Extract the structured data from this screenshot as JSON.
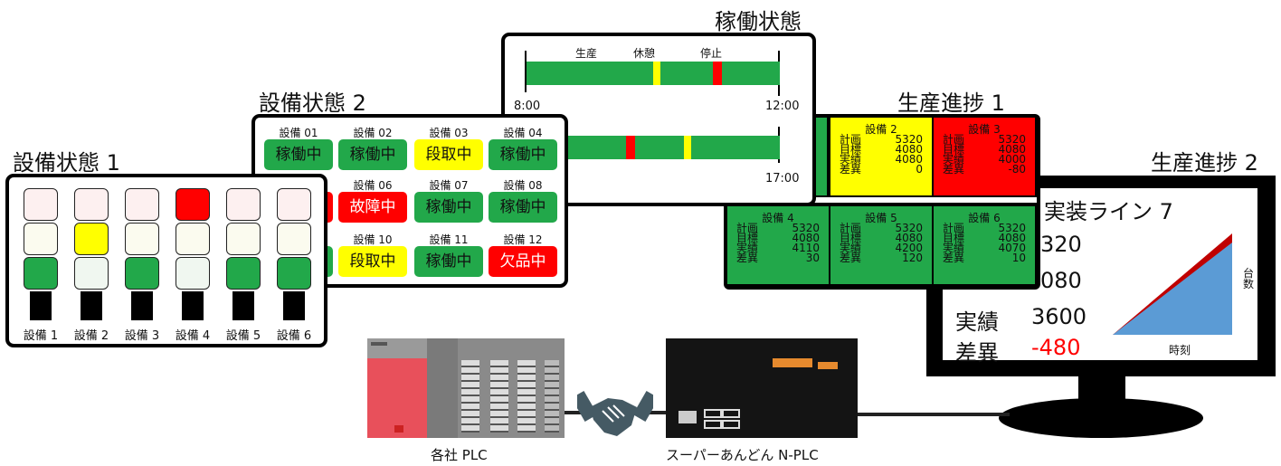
{
  "titles": {
    "status1": "設備状態 1",
    "status2": "設備状態 2",
    "operation": "稼働状態",
    "progress1": "生産進捗 1",
    "progress2": "生産進捗 2"
  },
  "colors": {
    "green": "#22a84a",
    "yellow": "#ffff00",
    "red": "#ff0000",
    "lamp_off_red": "#fdf0f0",
    "lamp_off_yellow": "#fbfbef",
    "lamp_off_green": "#f0f7f0"
  },
  "status1": {
    "devices": [
      {
        "label": "設備 1",
        "lamp": "green"
      },
      {
        "label": "設備 2",
        "lamp": "yellow"
      },
      {
        "label": "設備 3",
        "lamp": "green"
      },
      {
        "label": "設備 4",
        "lamp": "red"
      },
      {
        "label": "設備 5",
        "lamp": "green"
      },
      {
        "label": "設備 6",
        "lamp": "green"
      }
    ]
  },
  "status2": {
    "cells": [
      {
        "name": "設備 01",
        "state": "稼働中",
        "color": "green"
      },
      {
        "name": "設備 02",
        "state": "稼働中",
        "color": "green"
      },
      {
        "name": "設備 03",
        "state": "段取中",
        "color": "yellow"
      },
      {
        "name": "設備 04",
        "state": "稼働中",
        "color": "green"
      },
      {
        "name": "",
        "state": "",
        "color": "red"
      },
      {
        "name": "設備 06",
        "state": "故障中",
        "color": "red"
      },
      {
        "name": "設備 07",
        "state": "稼働中",
        "color": "green"
      },
      {
        "name": "設備 08",
        "state": "稼働中",
        "color": "green"
      },
      {
        "name": "",
        "state": "",
        "color": "green"
      },
      {
        "name": "設備 10",
        "state": "段取中",
        "color": "yellow"
      },
      {
        "name": "設備 11",
        "state": "稼働中",
        "color": "green"
      },
      {
        "name": "設備 12",
        "state": "欠品中",
        "color": "red"
      }
    ]
  },
  "operation": {
    "legend": [
      "生産",
      "休憩",
      "停止"
    ],
    "row1_start": "8:00",
    "row1_end": "12:00",
    "row2_end": "17:00"
  },
  "progress1": {
    "labels": {
      "plan": "計画",
      "target": "目標",
      "actual": "実績",
      "diff": "差異"
    },
    "tiles": [
      {
        "name": "設備 2",
        "plan": "5320",
        "target": "4080",
        "actual": "4080",
        "diff": "0",
        "color": "yellow"
      },
      {
        "name": "設備 3",
        "plan": "5320",
        "target": "4080",
        "actual": "4000",
        "diff": "-80",
        "color": "red"
      },
      {
        "name": "設備 4",
        "plan": "5320",
        "target": "4080",
        "actual": "4110",
        "diff": "30",
        "color": "green"
      },
      {
        "name": "設備 5",
        "plan": "5320",
        "target": "4080",
        "actual": "4200",
        "diff": "120",
        "color": "green"
      },
      {
        "name": "設備 6",
        "plan": "5320",
        "target": "4080",
        "actual": "4070",
        "diff": "10",
        "color": "green"
      }
    ]
  },
  "progress2": {
    "line": "実装ライン 7",
    "plan_partial": "320",
    "target_partial": "080",
    "actual_label": "実績",
    "actual_value": "3600",
    "diff_label": "差異",
    "diff_value": "-480",
    "x_label": "時刻",
    "y_label": "台数"
  },
  "hardware": {
    "plc_label": "各社 PLC",
    "nplc_label": "スーパーあんどん N-PLC"
  }
}
